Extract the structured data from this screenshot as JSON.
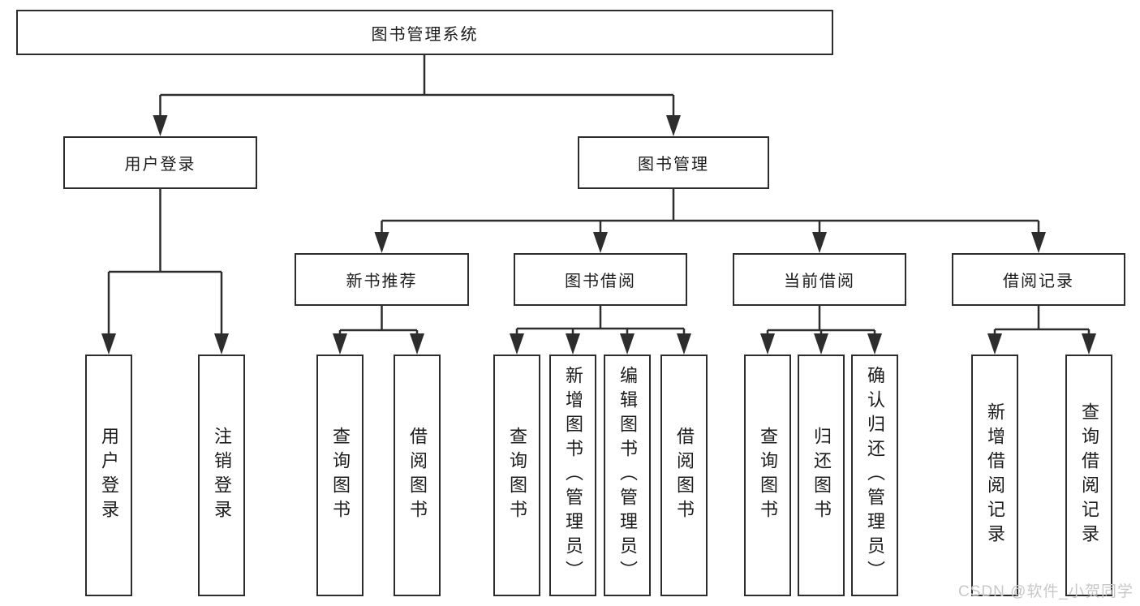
{
  "colors": {
    "line": "#2d2d2d",
    "box_border": "#2d2d2d",
    "text": "#1c1c1c",
    "watermark": "#c8c8c8",
    "background": "#ffffff"
  },
  "tree": {
    "label": "图书管理系统",
    "children": [
      {
        "label": "用户登录",
        "children": [
          {
            "label": "用户登录"
          },
          {
            "label": "注销登录"
          }
        ]
      },
      {
        "label": "图书管理",
        "children": [
          {
            "label": "新书推荐",
            "children": [
              {
                "label": "查询图书"
              },
              {
                "label": "借阅图书"
              }
            ]
          },
          {
            "label": "图书借阅",
            "children": [
              {
                "label": "查询图书"
              },
              {
                "label": "新增图书（管理员）"
              },
              {
                "label": "编辑图书（管理员）"
              },
              {
                "label": "借阅图书"
              }
            ]
          },
          {
            "label": "当前借阅",
            "children": [
              {
                "label": "查询图书"
              },
              {
                "label": "归还图书"
              },
              {
                "label": "确认归还（管理员）"
              }
            ]
          },
          {
            "label": "借阅记录",
            "children": [
              {
                "label": "新增借阅记录"
              },
              {
                "label": "查询借阅记录"
              }
            ]
          }
        ]
      }
    ]
  },
  "watermark": {
    "text": "CSDN @软件_小贺同学"
  }
}
